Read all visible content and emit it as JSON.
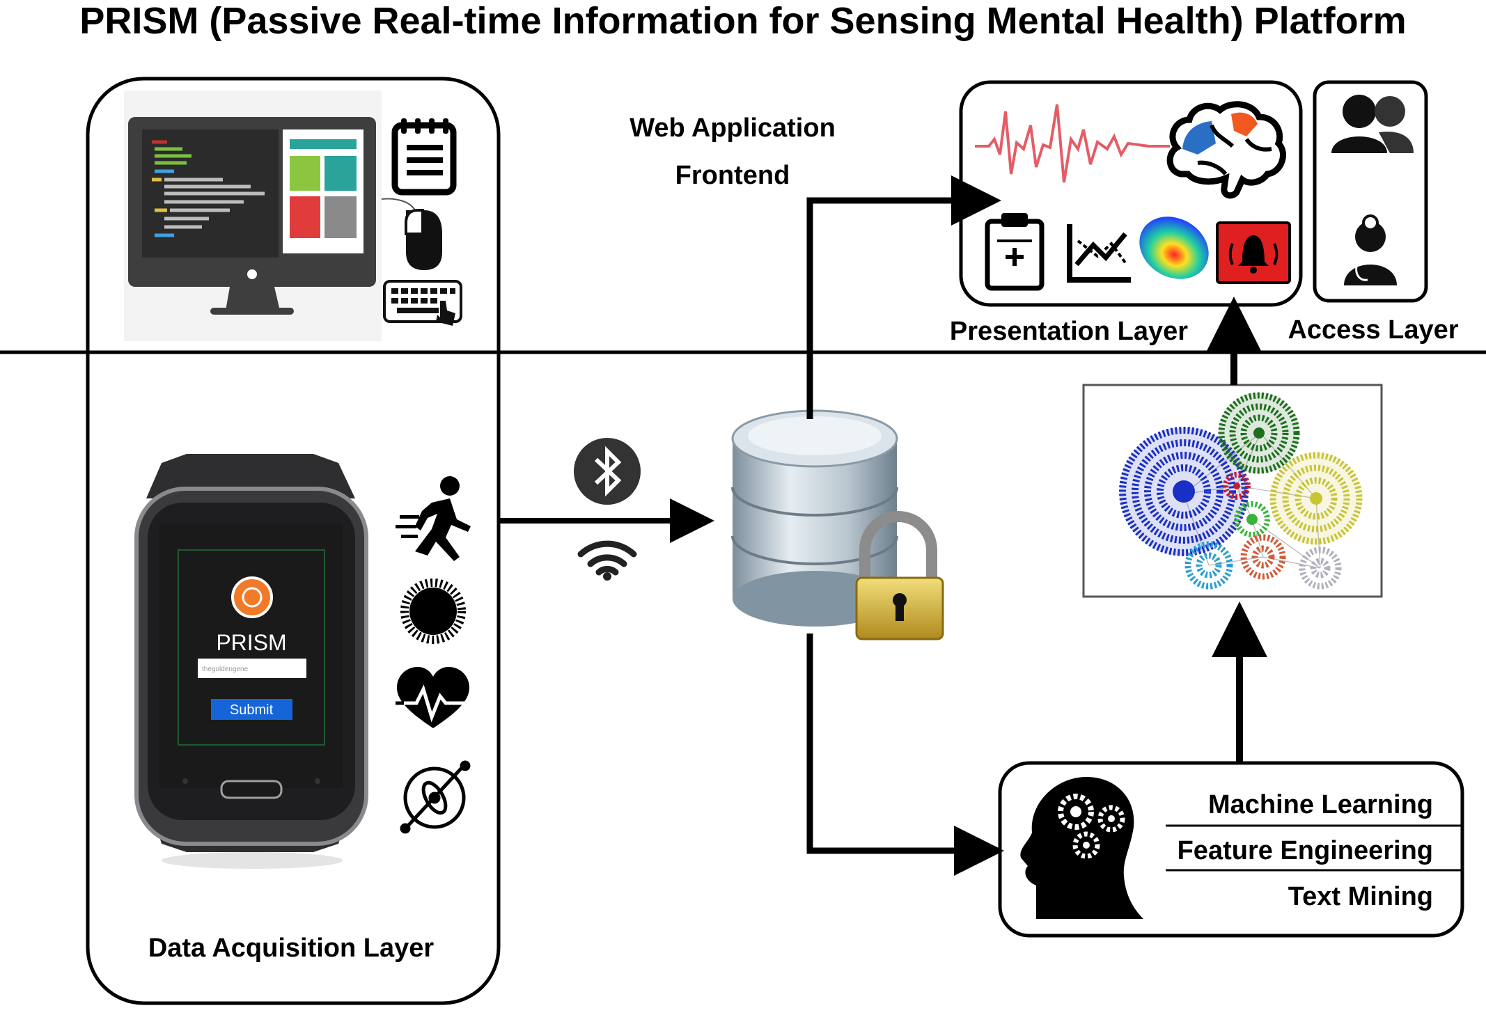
{
  "title": "PRISM (Passive Real-time Information for Sensing Mental Health) Platform",
  "labels": {
    "web_app_line1": "Web Application",
    "web_app_line2": "Frontend",
    "presentation_layer": "Presentation Layer",
    "access_layer": "Access Layer",
    "data_acquisition_layer": "Data Acquisition Layer"
  },
  "watch": {
    "app_name": "PRISM",
    "input_value": "thegoldengene",
    "submit_label": "Submit"
  },
  "analytics": {
    "items": [
      "Machine Learning",
      "Feature Engineering",
      "Text Mining"
    ]
  },
  "sensor_icons": [
    "running-icon",
    "sun-icon",
    "heartbeat-icon",
    "orbit-icon"
  ],
  "presentation_icons": [
    "ecg-wave-icon",
    "brain-icon",
    "clipboard-icon",
    "trend-chart-icon",
    "heatmap-icon",
    "alarm-bell-icon"
  ],
  "access_icons": [
    "users-icon",
    "doctor-icon"
  ],
  "colors": {
    "ecg": "#e0404a",
    "alarm_bg": "#e02020",
    "submit": "#1565d8",
    "cluster_blue": "#1a2fc4",
    "cluster_green": "#1f6e1f",
    "cluster_yellow": "#c8c436",
    "cluster_red": "#c02030",
    "cluster_lightgreen": "#39b33a",
    "cluster_cyan": "#2a9ed0",
    "cluster_orange": "#d25a3a",
    "cluster_gray": "#b0b0bb"
  }
}
